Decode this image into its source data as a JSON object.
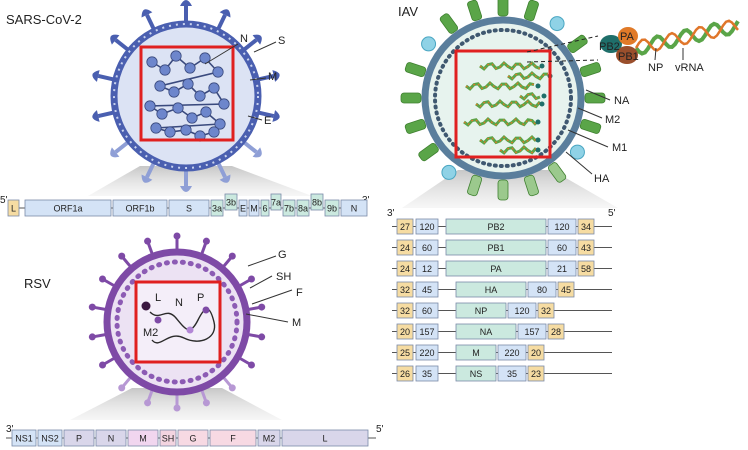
{
  "sars": {
    "title": "SARS-CoV-2",
    "labels": [
      "N",
      "S",
      "M",
      "E"
    ],
    "end5": "5'",
    "end3": "3'",
    "genome": [
      "L",
      "ORF1a",
      "ORF1b",
      "S",
      "3a",
      "3b",
      "E",
      "M",
      "6",
      "7a",
      "7b",
      "8a",
      "8b",
      "9b",
      "N"
    ]
  },
  "iav": {
    "title": "IAV",
    "rnp_labels": [
      "PA",
      "PB2",
      "PB1",
      "NP",
      "vRNA"
    ],
    "labels": [
      "NA",
      "M2",
      "M1",
      "HA"
    ],
    "end3": "3'",
    "end5": "5'",
    "segments": [
      {
        "l": "27",
        "a": "120",
        "name": "PB2",
        "b": "120",
        "r": "34"
      },
      {
        "l": "24",
        "a": "60",
        "name": "PB1",
        "b": "60",
        "r": "43"
      },
      {
        "l": "24",
        "a": "12",
        "name": "PA",
        "b": "21",
        "r": "58"
      },
      {
        "l": "32",
        "a": "45",
        "name": "HA",
        "b": "80",
        "r": "45"
      },
      {
        "l": "32",
        "a": "60",
        "name": "NP",
        "b": "120",
        "r": "32"
      },
      {
        "l": "20",
        "a": "157",
        "name": "NA",
        "b": "157",
        "r": "28"
      },
      {
        "l": "25",
        "a": "220",
        "name": "M",
        "b": "220",
        "r": "20"
      },
      {
        "l": "26",
        "a": "35",
        "name": "NS",
        "b": "35",
        "r": "23"
      }
    ]
  },
  "rsv": {
    "title": "RSV",
    "labels": [
      "G",
      "SH",
      "F",
      "M"
    ],
    "inner_labels": [
      "L",
      "N",
      "P",
      "M2"
    ],
    "end3": "3'",
    "end5": "5'",
    "genome": [
      "NS1",
      "NS2",
      "P",
      "N",
      "M",
      "SH",
      "G",
      "F",
      "M2",
      "L"
    ]
  },
  "colors": {
    "sars_blue": "#4a5fb0",
    "rsv_purple": "#7e4aa6",
    "iav_green": "#5aa548",
    "frame_red": "#e02020",
    "tan": "#f6dca2",
    "lightblue": "#d4e3f6",
    "teal": "#cbe9df"
  }
}
